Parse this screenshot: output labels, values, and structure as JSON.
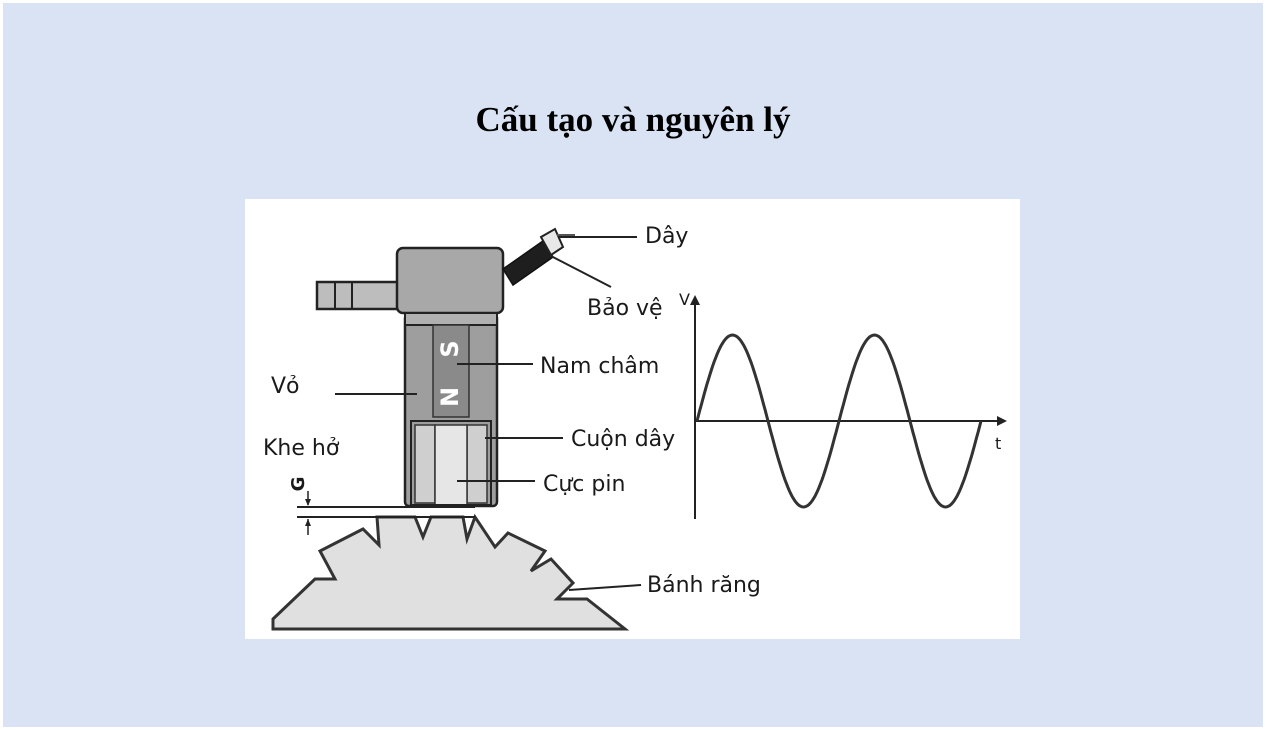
{
  "slide": {
    "title": "Cấu tạo và nguyên lý"
  },
  "diagram": {
    "labels": {
      "wire": "Dây",
      "protector": "Bảo vệ",
      "magnet": "Nam châm",
      "housing": "Vỏ",
      "coil": "Cuộn dây",
      "pole_piece": "Cực pin",
      "air_gap": "Khe hở",
      "gap_symbol": "G",
      "gear": "Bánh răng"
    },
    "magnet_poles": {
      "north": "N",
      "south": "S"
    },
    "graph": {
      "y_axis_label": "V",
      "x_axis_label": "t",
      "signal": "sine",
      "cycles": 2
    }
  }
}
